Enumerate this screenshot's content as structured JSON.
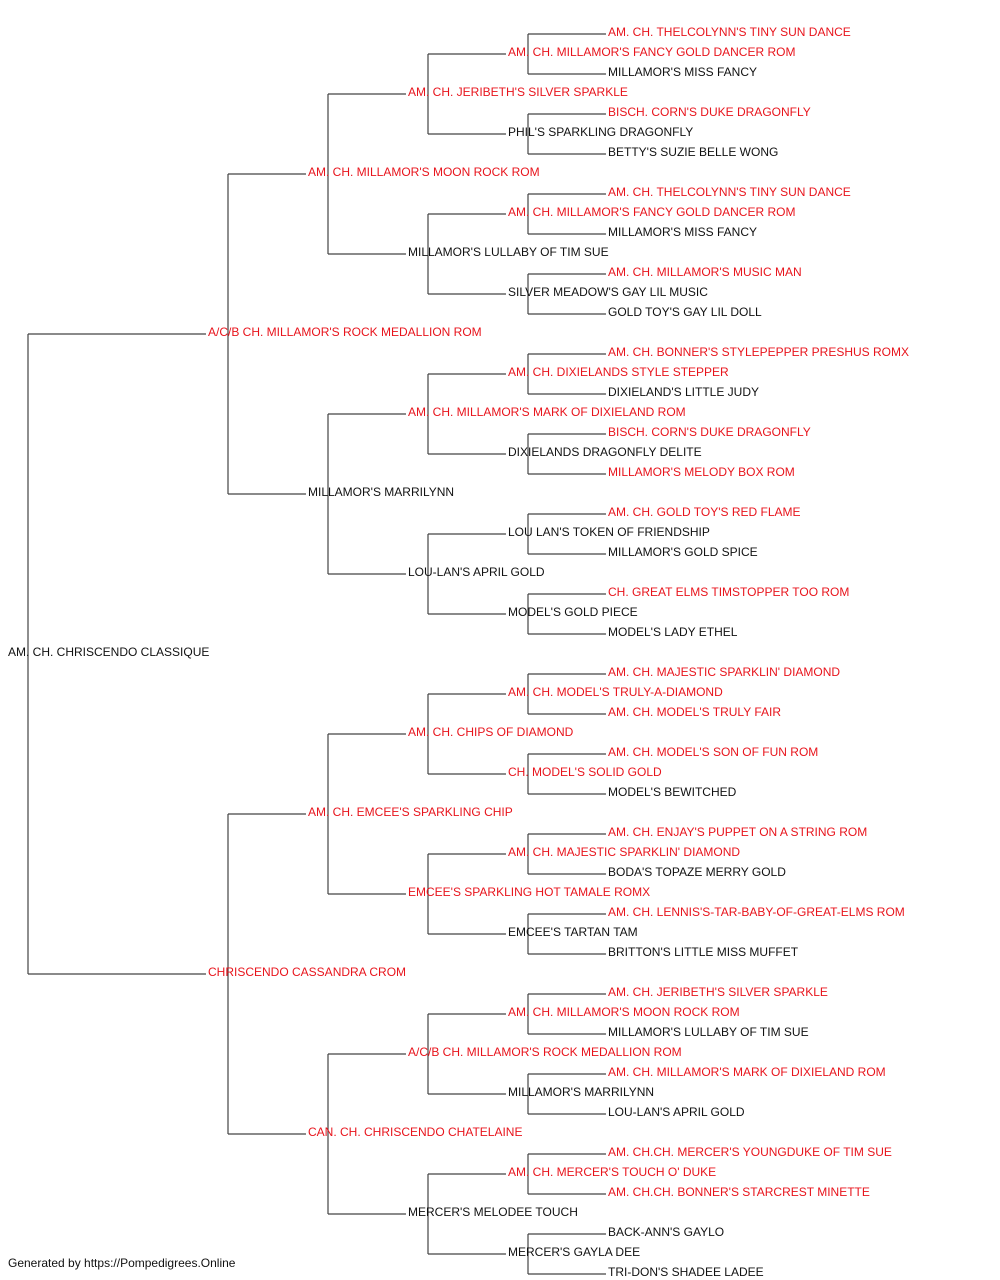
{
  "colors": {
    "champion": "#e8141c",
    "normal": "#111111",
    "line": "#444444"
  },
  "footer": "Generated by https://Pompedigrees.Online",
  "pedigree": {
    "name": "AM. CH. CHRISCENDO CLASSIQUE",
    "champion": false,
    "sire": {
      "name": "A/C/B CH. MILLAMOR'S ROCK MEDALLION ROM",
      "champion": true,
      "sire": {
        "name": "AM. CH. MILLAMOR'S MOON ROCK ROM",
        "champion": true,
        "sire": {
          "name": "AM. CH. JERIBETH'S SILVER SPARKLE",
          "champion": true,
          "sire": {
            "name": "AM. CH. MILLAMOR'S FANCY GOLD DANCER ROM",
            "champion": true,
            "sire": {
              "name": "AM. CH. THELCOLYNN'S TINY SUN DANCE",
              "champion": true
            },
            "dam": {
              "name": "MILLAMOR'S MISS FANCY",
              "champion": false
            }
          },
          "dam": {
            "name": "PHIL'S SPARKLING DRAGONFLY",
            "champion": false,
            "sire": {
              "name": "BISCH. CORN'S DUKE DRAGONFLY",
              "champion": true
            },
            "dam": {
              "name": "BETTY'S SUZIE BELLE WONG",
              "champion": false
            }
          }
        },
        "dam": {
          "name": "MILLAMOR'S LULLABY OF TIM SUE",
          "champion": false,
          "sire": {
            "name": "AM. CH. MILLAMOR'S FANCY GOLD DANCER ROM",
            "champion": true,
            "sire": {
              "name": "AM. CH. THELCOLYNN'S TINY SUN DANCE",
              "champion": true
            },
            "dam": {
              "name": "MILLAMOR'S MISS FANCY",
              "champion": false
            }
          },
          "dam": {
            "name": "SILVER MEADOW'S GAY LIL MUSIC",
            "champion": false,
            "sire": {
              "name": "AM. CH. MILLAMOR'S MUSIC MAN",
              "champion": true
            },
            "dam": {
              "name": "GOLD TOY'S GAY LIL DOLL",
              "champion": false
            }
          }
        }
      },
      "dam": {
        "name": "MILLAMOR'S MARRILYNN",
        "champion": false,
        "sire": {
          "name": "AM. CH. MILLAMOR'S MARK OF DIXIELAND ROM",
          "champion": true,
          "sire": {
            "name": "AM. CH. DIXIELANDS STYLE STEPPER",
            "champion": true,
            "sire": {
              "name": "AM. CH. BONNER'S STYLEPEPPER PRESHUS ROMX",
              "champion": true
            },
            "dam": {
              "name": "DIXIELAND'S LITTLE JUDY",
              "champion": false
            }
          },
          "dam": {
            "name": "DIXIELANDS DRAGONFLY DELITE",
            "champion": false,
            "sire": {
              "name": "BISCH. CORN'S DUKE DRAGONFLY",
              "champion": true
            },
            "dam": {
              "name": "MILLAMOR'S MELODY BOX ROM",
              "champion": true
            }
          }
        },
        "dam": {
          "name": "LOU-LAN'S APRIL GOLD",
          "champion": false,
          "sire": {
            "name": "LOU LAN'S TOKEN OF FRIENDSHIP",
            "champion": false,
            "sire": {
              "name": "AM. CH. GOLD TOY'S RED FLAME",
              "champion": true
            },
            "dam": {
              "name": "MILLAMOR'S GOLD SPICE",
              "champion": false
            }
          },
          "dam": {
            "name": "MODEL'S GOLD PIECE",
            "champion": false,
            "sire": {
              "name": "CH. GREAT ELMS TIMSTOPPER TOO ROM",
              "champion": true
            },
            "dam": {
              "name": "MODEL'S LADY ETHEL",
              "champion": false
            }
          }
        }
      }
    },
    "dam": {
      "name": "CHRISCENDO CASSANDRA CROM",
      "champion": true,
      "sire": {
        "name": "AM. CH. EMCEE'S SPARKLING CHIP",
        "champion": true,
        "sire": {
          "name": "AM. CH. CHIPS OF DIAMOND",
          "champion": true,
          "sire": {
            "name": "AM. CH. MODEL'S TRULY-A-DIAMOND",
            "champion": true,
            "sire": {
              "name": "AM. CH. MAJESTIC SPARKLIN' DIAMOND",
              "champion": true
            },
            "dam": {
              "name": "AM. CH. MODEL'S TRULY FAIR",
              "champion": true
            }
          },
          "dam": {
            "name": "CH. MODEL'S SOLID GOLD",
            "champion": true,
            "sire": {
              "name": "AM. CH. MODEL'S SON OF FUN ROM",
              "champion": true
            },
            "dam": {
              "name": "MODEL'S BEWITCHED",
              "champion": false
            }
          }
        },
        "dam": {
          "name": "EMCEE'S SPARKLING HOT TAMALE ROMX",
          "champion": true,
          "sire": {
            "name": "AM. CH. MAJESTIC SPARKLIN' DIAMOND",
            "champion": true,
            "sire": {
              "name": "AM. CH. ENJAY'S PUPPET ON A STRING ROM",
              "champion": true
            },
            "dam": {
              "name": "BODA'S TOPAZE MERRY GOLD",
              "champion": false
            }
          },
          "dam": {
            "name": "EMCEE'S TARTAN TAM",
            "champion": false,
            "sire": {
              "name": "AM. CH. LENNIS'S-TAR-BABY-OF-GREAT-ELMS ROM",
              "champion": true
            },
            "dam": {
              "name": "BRITTON'S LITTLE MISS MUFFET",
              "champion": false
            }
          }
        }
      },
      "dam": {
        "name": "CAN. CH. CHRISCENDO CHATELAINE",
        "champion": true,
        "sire": {
          "name": "A/C/B CH. MILLAMOR'S ROCK MEDALLION ROM",
          "champion": true,
          "sire": {
            "name": "AM. CH. MILLAMOR'S MOON ROCK ROM",
            "champion": true,
            "sire": {
              "name": "AM. CH. JERIBETH'S SILVER SPARKLE",
              "champion": true
            },
            "dam": {
              "name": "MILLAMOR'S LULLABY OF TIM SUE",
              "champion": false
            }
          },
          "dam": {
            "name": "MILLAMOR'S MARRILYNN",
            "champion": false,
            "sire": {
              "name": "AM. CH. MILLAMOR'S MARK OF DIXIELAND ROM",
              "champion": true
            },
            "dam": {
              "name": "LOU-LAN'S APRIL GOLD",
              "champion": false
            }
          }
        },
        "dam": {
          "name": "MERCER'S MELODEE TOUCH",
          "champion": false,
          "sire": {
            "name": "AM. CH. MERCER'S TOUCH O' DUKE",
            "champion": true,
            "sire": {
              "name": "AM. CH.CH. MERCER'S YOUNGDUKE OF TIM SUE",
              "champion": true
            },
            "dam": {
              "name": "AM. CH.CH. BONNER'S STARCREST MINETTE",
              "champion": true
            }
          },
          "dam": {
            "name": "MERCER'S GAYLA DEE",
            "champion": false,
            "sire": {
              "name": "BACK-ANN'S GAYLO",
              "champion": false
            },
            "dam": {
              "name": "TRI-DON'S SHADEE LADEE",
              "champion": false
            }
          }
        }
      }
    }
  }
}
